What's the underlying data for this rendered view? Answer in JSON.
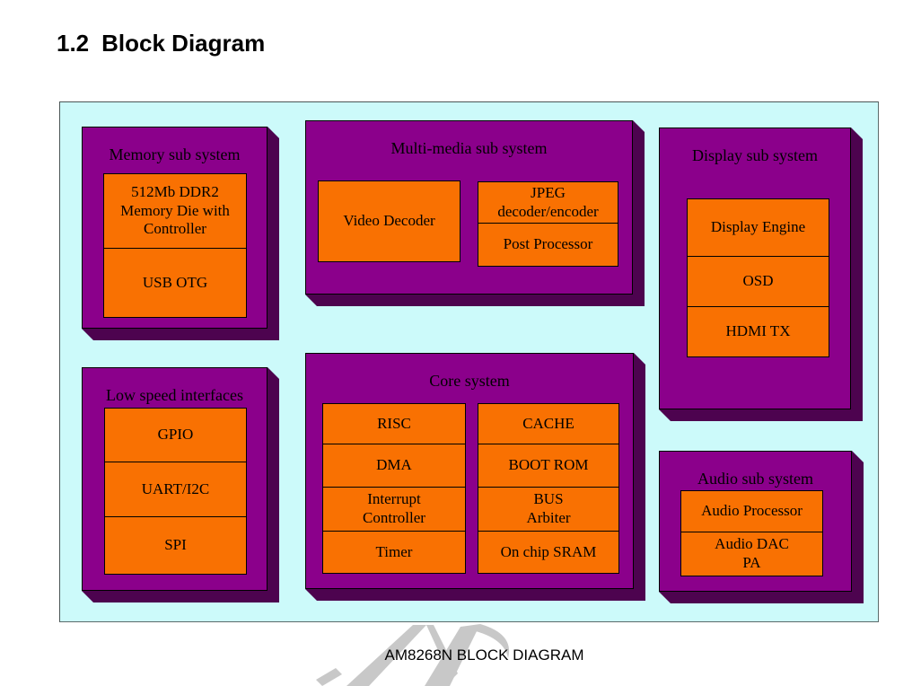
{
  "heading": {
    "number": "1.2",
    "title": "Block Diagram"
  },
  "caption": "AM8268N BLOCK DIAGRAM",
  "colors": {
    "panel": "#CCFAFA",
    "purple": "#8B008B",
    "shadow": "#4D034F",
    "orange": "#F97102",
    "watermark": "#C8C8C8"
  },
  "subsystems": {
    "memory": {
      "title": "Memory sub system",
      "blocks": [
        "512Mb DDR2\nMemory Die with\nController",
        "USB OTG"
      ]
    },
    "multimedia": {
      "title": "Multi-media sub system",
      "video": "Video Decoder",
      "right_blocks": [
        "JPEG\ndecoder/encoder",
        "Post Processor"
      ]
    },
    "display": {
      "title": "Display sub system",
      "blocks": [
        "Display Engine",
        "OSD",
        "HDMI TX"
      ]
    },
    "low_speed": {
      "title": "Low speed interfaces",
      "blocks": [
        "GPIO",
        "UART/I2C",
        "SPI"
      ]
    },
    "core": {
      "title": "Core system",
      "left_blocks": [
        "RISC",
        "DMA",
        "Interrupt\nController",
        "Timer"
      ],
      "right_blocks": [
        "CACHE",
        "BOOT ROM",
        "BUS\nArbiter",
        "On chip SRAM"
      ]
    },
    "audio": {
      "title": "Audio sub system",
      "blocks": [
        "Audio Processor",
        "Audio DAC\nPA"
      ]
    }
  }
}
